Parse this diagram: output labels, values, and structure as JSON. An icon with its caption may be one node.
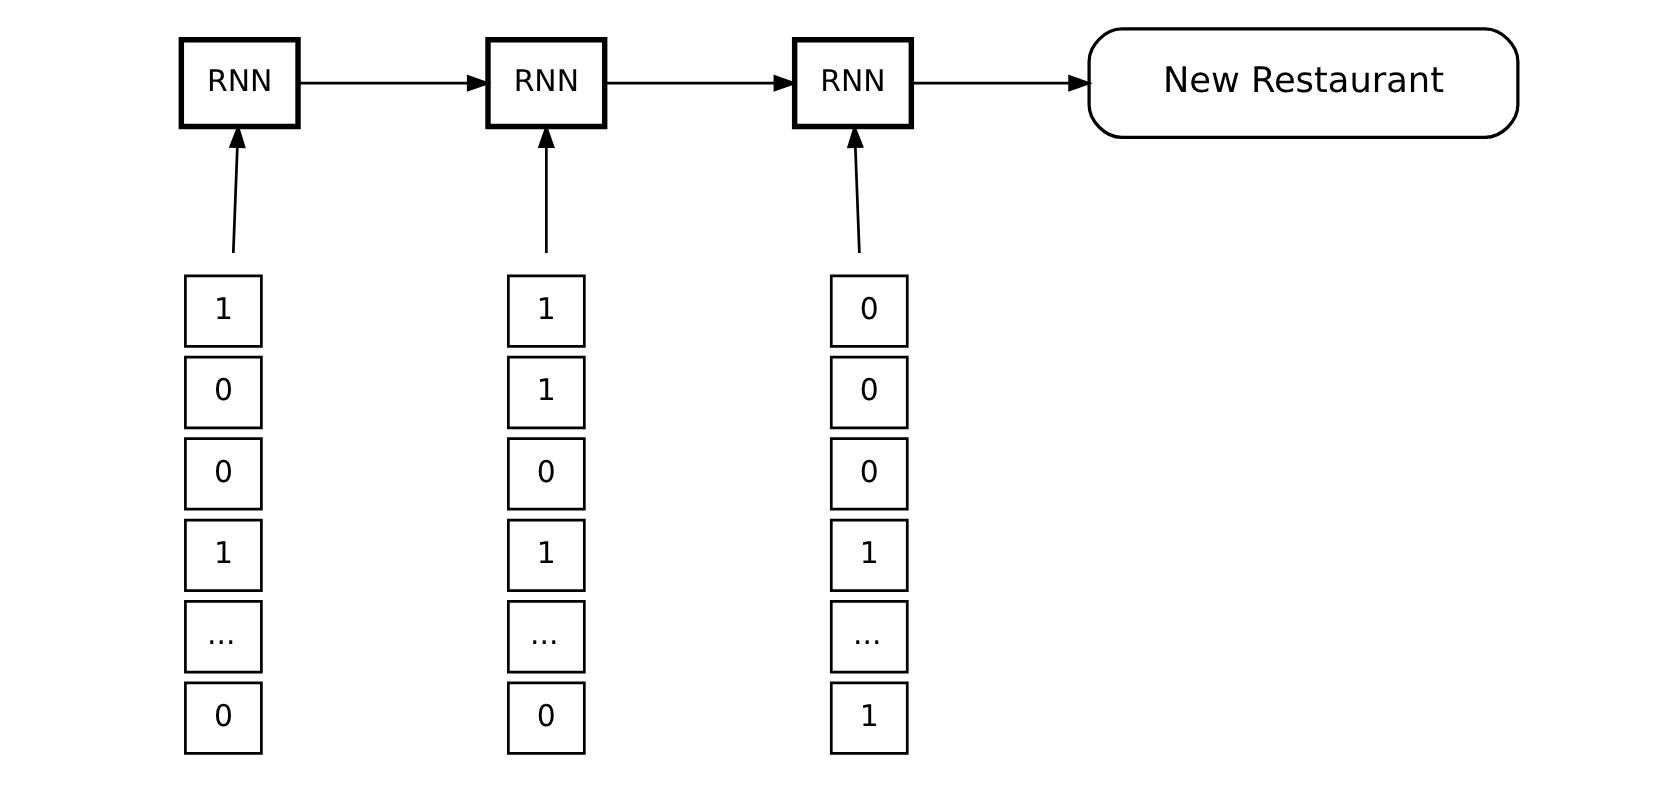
{
  "diagram": {
    "nodes": [
      {
        "text": [
          "RNN"
        ]
      },
      {
        "text": [
          "RNN"
        ]
      },
      {
        "text": [
          "RNN"
        ]
      },
      {
        "text": [
          "New Restaurant"
        ]
      },
      {
        "text": [
          "1",
          "0",
          "0",
          "1",
          "...",
          "0"
        ]
      },
      {
        "text": [
          "1",
          "1",
          "0",
          "1",
          "...",
          "0"
        ]
      },
      {
        "text": [
          "0",
          "0",
          "0",
          "1",
          "...",
          "1"
        ]
      }
    ],
    "edges": [
      {
        "from": 0,
        "to": 1,
        "arrow": "to"
      },
      {
        "from": 1,
        "to": 2,
        "arrow": "to"
      },
      {
        "from": 2,
        "to": 3,
        "arrow": "to"
      },
      {
        "from": 4,
        "to": 0,
        "arrow": "to"
      },
      {
        "from": 5,
        "to": 1,
        "arrow": "to"
      },
      {
        "from": 6,
        "to": 2,
        "arrow": "to"
      }
    ]
  }
}
